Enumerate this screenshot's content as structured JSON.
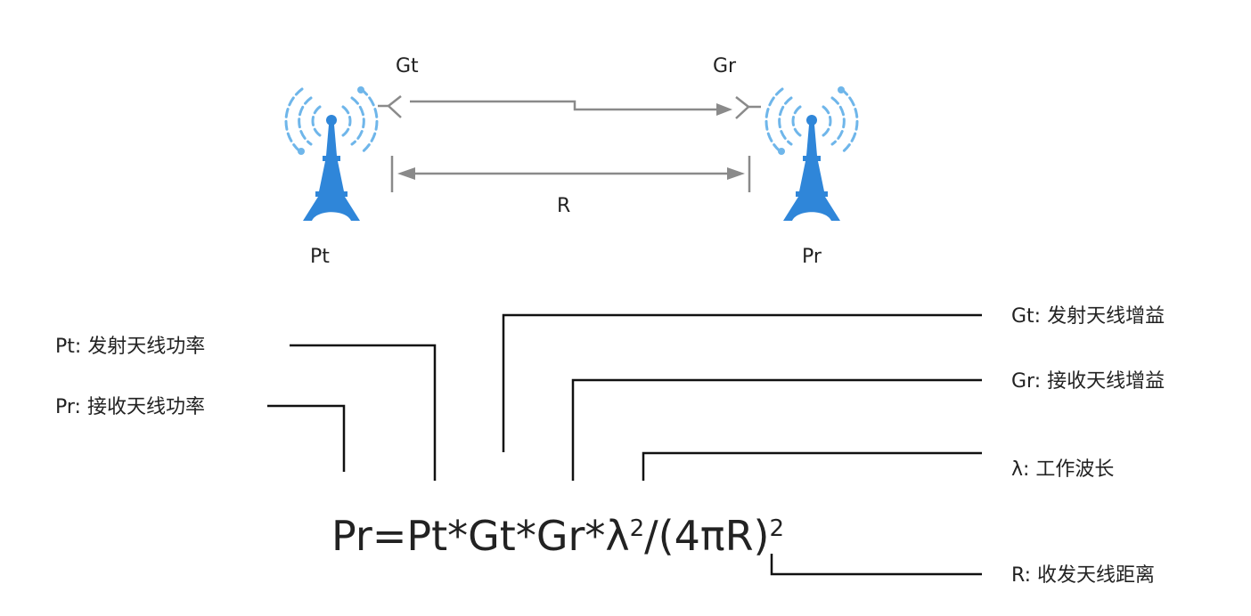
{
  "diagram": {
    "labels": {
      "gt": "Gt",
      "gr": "Gr",
      "distance": "R",
      "pt": "Pt",
      "pr": "Pr"
    },
    "formula": {
      "main": "Pr=Pt*Gt*Gr*λ",
      "exp1": "2",
      "mid": "/(4πR)",
      "exp2": "2"
    },
    "legend": {
      "pt": "Pt: 发射天线功率",
      "pr": "Pr: 接收天线功率",
      "gt": "Gt: 发射天线增益",
      "gr": "Gr: 接收天线增益",
      "lambda": "λ: 工作波长",
      "r": "R: 收发天线距离"
    },
    "colors": {
      "tower": "#2f86d9",
      "signal": "#6fb6ea",
      "arrow": "#8a8a8a",
      "leader": "#111111"
    }
  }
}
